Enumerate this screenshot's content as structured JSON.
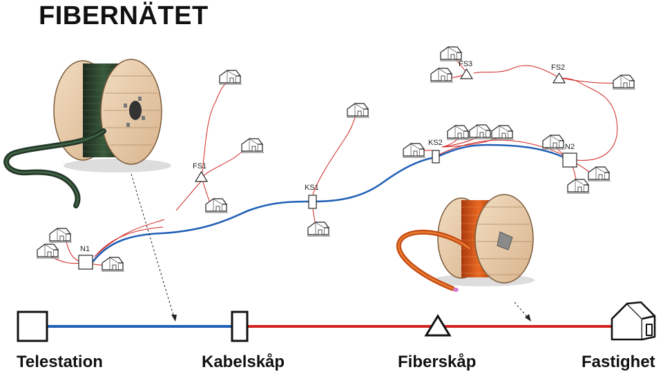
{
  "title": "FIBERNÄTET",
  "legend": {
    "telestation": "Telestation",
    "kabelskap": "Kabelskåp",
    "fiberskap": "Fiberskåp",
    "fastighet": "Fastighet"
  },
  "nodes": {
    "n1": "N1",
    "n2": "N2",
    "ks1": "KS1",
    "ks2": "KS2",
    "fs1": "FS1",
    "fs2": "FS2",
    "fs3": "FS3"
  },
  "colors": {
    "blue_cable": "#1f5fb5",
    "red_cable": "#d0231f",
    "house_stroke": "#222222"
  }
}
